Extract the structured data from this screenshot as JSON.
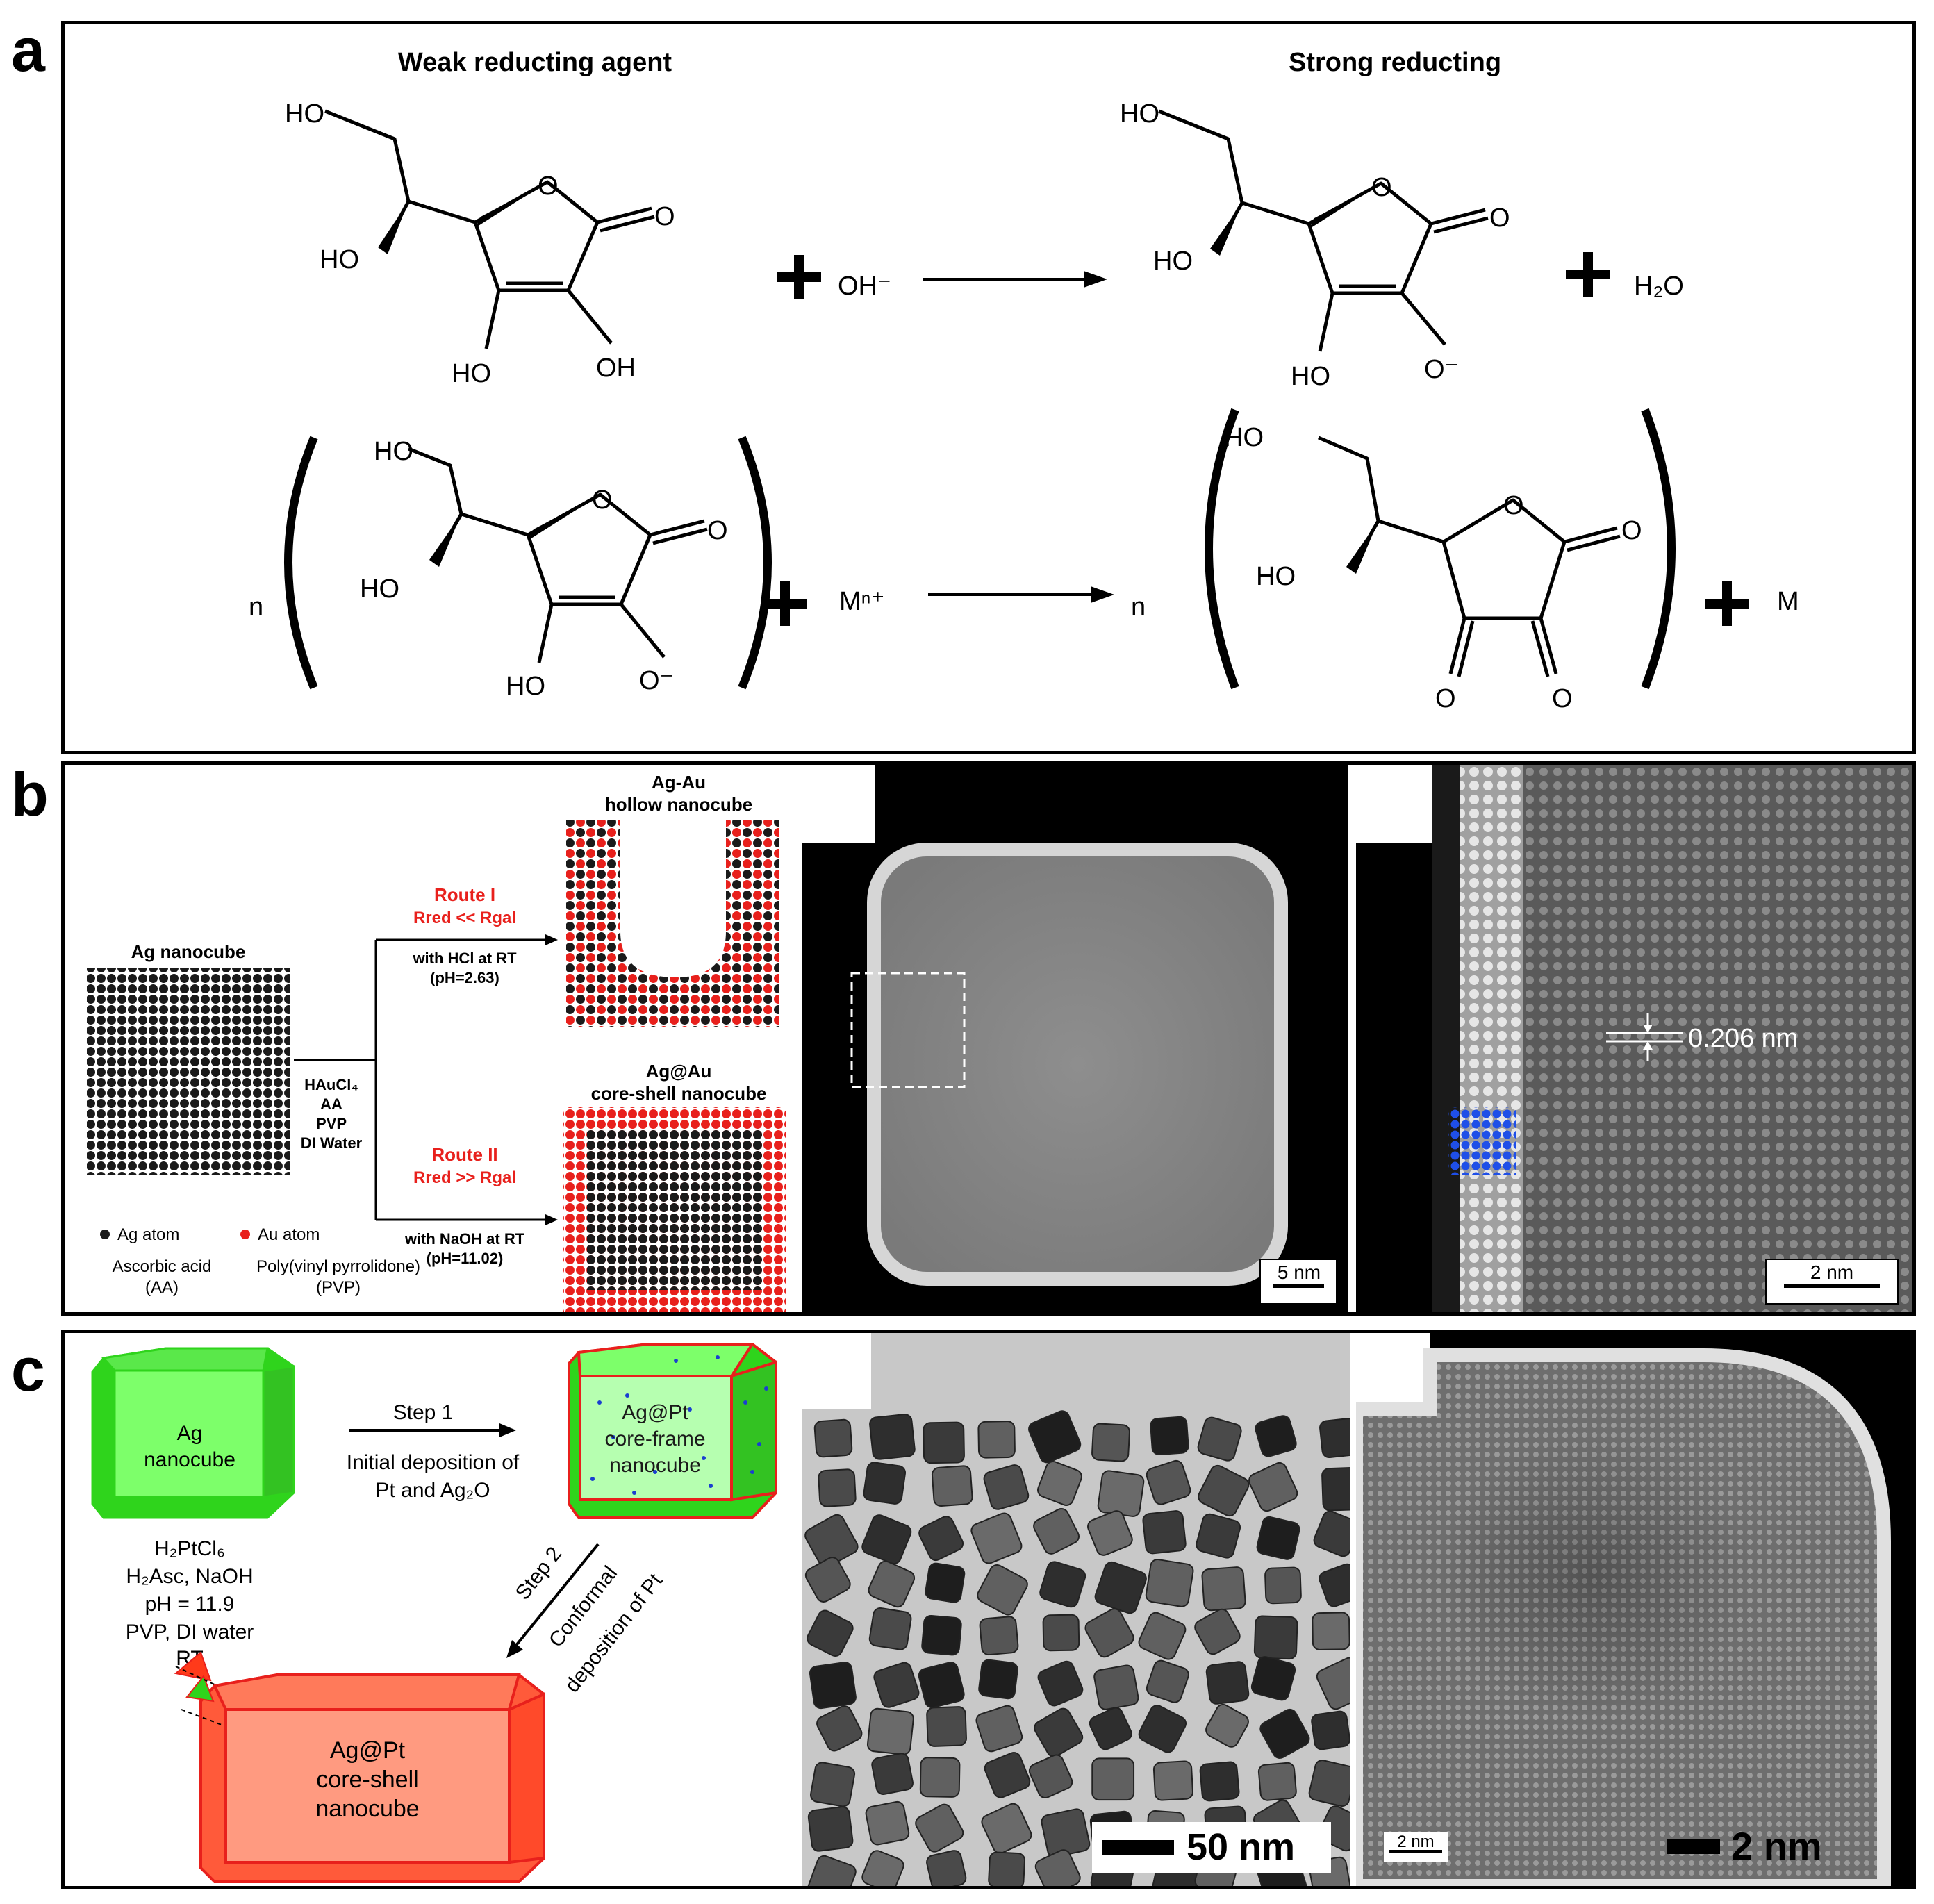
{
  "panel_a": {
    "label": "a",
    "heading_left": "Weak reducting agent",
    "heading_right": "Strong reducting",
    "hydroxide": "OH⁻",
    "water": "H₂O",
    "metal_ion": "Mⁿ⁺",
    "metal": "M",
    "stoich_n": "n",
    "atom_labels": {
      "HO": "HO",
      "OH": "OH",
      "O": "O",
      "O_minus": "O⁻"
    }
  },
  "panel_b": {
    "label": "b",
    "ag_nanocube": "Ag nanocube",
    "reagents": [
      "HAuCl₄",
      "AA",
      "PVP",
      "DI Water"
    ],
    "route1_title": "Route I",
    "route1_rate": "Rred << Rgal",
    "route1_cond1": "with HCl at RT",
    "route1_cond2": "(pH=2.63)",
    "route2_title": "Route II",
    "route2_rate": "Rred >> Rgal",
    "route2_cond1": "with NaOH at RT",
    "route2_cond2": "(pH=11.02)",
    "hollow_title1": "Ag-Au",
    "hollow_title2": "hollow nanocube",
    "coreshell_title1": "Ag@Au",
    "coreshell_title2": "core-shell nanocube",
    "legend_ag": "Ag atom",
    "legend_au": "Au atom",
    "aa_line1": "Ascorbic acid",
    "aa_line2": "(AA)",
    "pvp_line1": "Poly(vinyl pyrrolidone)",
    "pvp_line2": "(PVP)",
    "scalebar_1": "5 nm",
    "scalebar_2": "2 nm",
    "lattice_spacing": "0.206 nm",
    "colors": {
      "ag_atom": "#1a1a1a",
      "au_atom": "#e8201c",
      "route_text": "#e8201c",
      "lattice_dots": "#1f4fe8"
    }
  },
  "panel_c": {
    "label": "c",
    "ag_cube_line1": "Ag",
    "ag_cube_line2": "nanocube",
    "conditions": [
      "H₂PtCl₆",
      "H₂Asc, NaOH",
      "pH  = 11.9",
      "PVP, DI water",
      "RT"
    ],
    "step1": "Step 1",
    "step1_desc1": "Initial deposition of",
    "step1_desc2": "Pt and Ag₂O",
    "frame_line1": "Ag@Pt",
    "frame_line2": "core-frame",
    "frame_line3": "nanocube",
    "step2": "Step 2",
    "step2_desc1": "Conformal",
    "step2_desc2": "deposition of Pt",
    "shell_line1": "Ag@Pt",
    "shell_line2": "core-shell",
    "shell_line3": "nanocube",
    "scalebar_tem": "50 nm",
    "scalebar_inset": "2 nm",
    "scalebar_haadf": "2 nm",
    "colors": {
      "ag_green": "#7dff6a",
      "ag_green_dark": "#2fd41c",
      "pt_red": "#ff5a3a",
      "pt_red_light": "#ff9a80",
      "pt_dot": "#1a3fd0"
    }
  }
}
